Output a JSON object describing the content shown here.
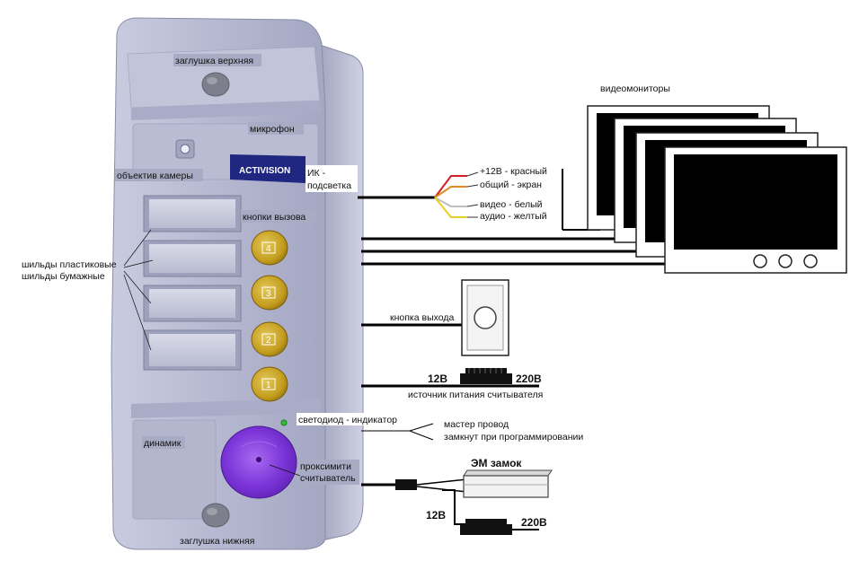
{
  "panel": {
    "brand": "ACTIVISION",
    "top_plug": "заглушка верхняя",
    "bottom_plug": "заглушка нижняя",
    "microphone": "микрофон",
    "camera_lens": "объектив камеры",
    "ir_light": [
      "ИК -",
      "подсветка"
    ],
    "call_buttons": "кнопки вызова",
    "name_plates": [
      "шильды пластиковые",
      "шильды бумажные"
    ],
    "speaker": "динамик",
    "led": "светодиод - индикатор",
    "proximity_reader": [
      "проксимити",
      "считыватель"
    ],
    "button_numbers": [
      "4",
      "3",
      "2",
      "1"
    ]
  },
  "wiring": {
    "wires": [
      "+12В  - красный",
      "общий - экран",
      "видео - белый",
      "аудио - желтый"
    ],
    "monitors_title": "видеомониторы",
    "exit_button": "кнопка выхода",
    "reader_power": {
      "left": "12В",
      "right": "220В",
      "caption": "источник питания считывателя"
    },
    "master_wire": [
      "мастер провод",
      "замкнут при программировании"
    ],
    "lock": {
      "title": "ЭМ замок",
      "left": "12В",
      "right": "220В"
    }
  },
  "colors": {
    "panel": "#b7bad2",
    "button": "#c9a520",
    "reader": "#7a2fd4",
    "wire_red": "#d42020",
    "wire_orange": "#e08a20",
    "wire_white": "#c0c0c0",
    "wire_yellow": "#e6d020"
  }
}
